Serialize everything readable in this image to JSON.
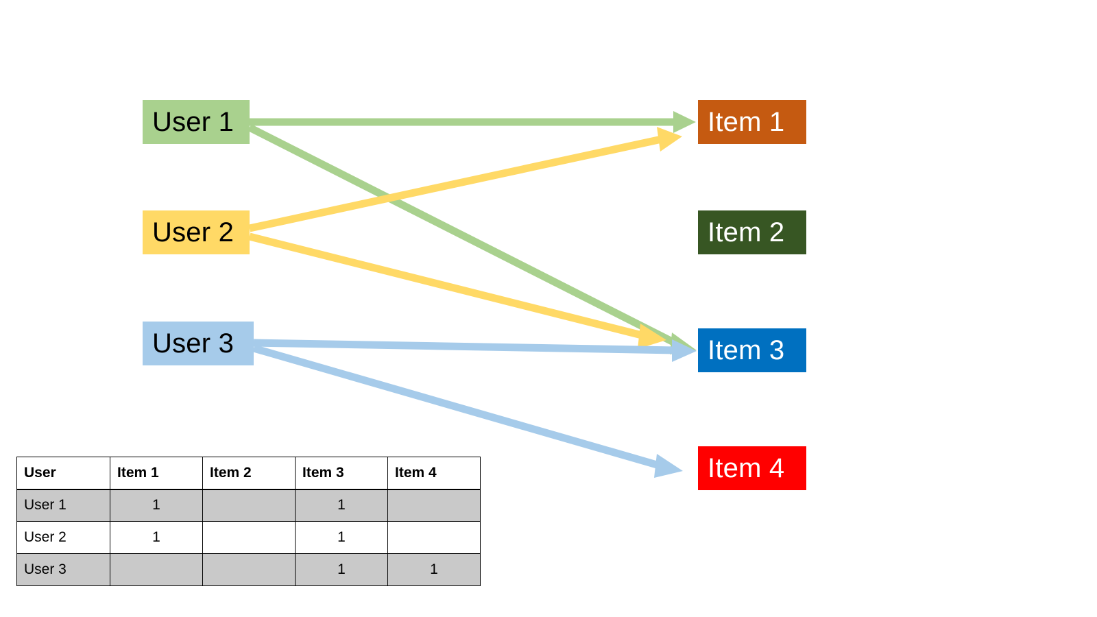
{
  "diagram": {
    "users": [
      {
        "id": "user-1",
        "label": "User 1",
        "color": "#A9D18E"
      },
      {
        "id": "user-2",
        "label": "User 2",
        "color": "#FFD966"
      },
      {
        "id": "user-3",
        "label": "User 3",
        "color": "#A6CBEA"
      }
    ],
    "items": [
      {
        "id": "item-1",
        "label": "Item 1",
        "color": "#C55A11"
      },
      {
        "id": "item-2",
        "label": "Item 2",
        "color": "#375623"
      },
      {
        "id": "item-3",
        "label": "Item 3",
        "color": "#0070C0"
      },
      {
        "id": "item-4",
        "label": "Item 4",
        "color": "#FF0000"
      }
    ],
    "edges": [
      {
        "from": "User 1",
        "to": "Item 1",
        "color": "#A9D18E"
      },
      {
        "from": "User 1",
        "to": "Item 3",
        "color": "#A9D18E"
      },
      {
        "from": "User 2",
        "to": "Item 1",
        "color": "#FFD966"
      },
      {
        "from": "User 2",
        "to": "Item 3",
        "color": "#FFD966"
      },
      {
        "from": "User 3",
        "to": "Item 3",
        "color": "#A6CBEA"
      },
      {
        "from": "User 3",
        "to": "Item 4",
        "color": "#A6CBEA"
      }
    ]
  },
  "table": {
    "headers": [
      "User",
      "Item 1",
      "Item 2",
      "Item 3",
      "Item 4"
    ],
    "rows": [
      {
        "user": "User 1",
        "values": [
          "1",
          "",
          "1",
          ""
        ],
        "shaded": true
      },
      {
        "user": "User 2",
        "values": [
          "1",
          "",
          "1",
          ""
        ],
        "shaded": false
      },
      {
        "user": "User 3",
        "values": [
          "",
          "",
          "1",
          "1"
        ],
        "shaded": true
      }
    ],
    "shade_color": "#C9C9C9"
  }
}
